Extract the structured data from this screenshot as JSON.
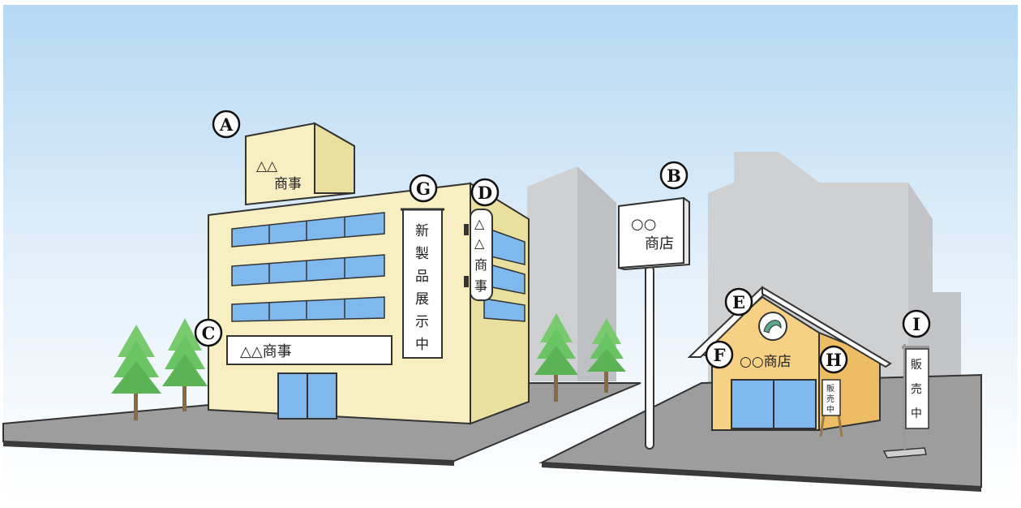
{
  "labels": {
    "A": "A",
    "B": "B",
    "C": "C",
    "D": "D",
    "E": "E",
    "F": "F",
    "G": "G",
    "H": "H",
    "I": "I"
  },
  "signs": {
    "rooftop_line1": "△△",
    "rooftop_line2": "商事",
    "wall_sign": "△△商事",
    "vertical_banner": [
      "新",
      "製",
      "品",
      "展",
      "示",
      "中"
    ],
    "side_sign": [
      "△",
      "△",
      "商",
      "事"
    ],
    "pole_sign_line1": "○○",
    "pole_sign_line2": "商店",
    "shop_name": "○○商店",
    "stand_sign": [
      "販",
      "売",
      "中"
    ],
    "flag_sign": [
      "販",
      "売",
      "中"
    ]
  },
  "colors": {
    "sky_top": "#bcdcf4",
    "sky_bottom": "#ffffff",
    "building_wall": "#f7efc2",
    "building_side": "#e9df9f",
    "window": "#7fb8ec",
    "shop_wall": "#f6d184",
    "ground": "#9a9a9a",
    "background_building": "#d4d4d4",
    "tree": "#6bc464",
    "outline": "#333333"
  }
}
